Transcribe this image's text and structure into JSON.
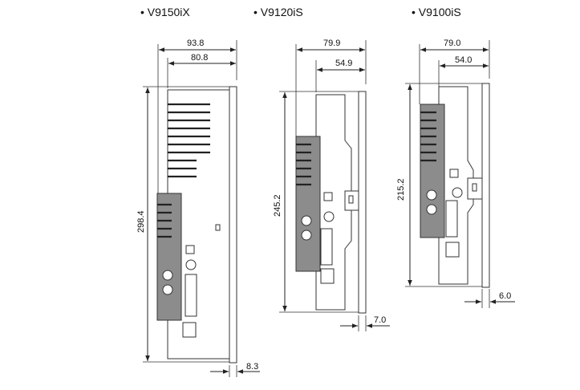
{
  "models": [
    {
      "name": "• V9150iX",
      "dims": {
        "total_depth": "93.8",
        "body_depth": "80.8",
        "height": "298.4",
        "panel": "8.3"
      }
    },
    {
      "name": "• V9120iS",
      "dims": {
        "total_depth": "79.9",
        "body_depth": "54.9",
        "height": "245.2",
        "panel": "7.0"
      }
    },
    {
      "name": "• V9100iS",
      "dims": {
        "total_depth": "79.0",
        "body_depth": "54.0",
        "height": "215.2",
        "panel": "6.0"
      }
    }
  ]
}
